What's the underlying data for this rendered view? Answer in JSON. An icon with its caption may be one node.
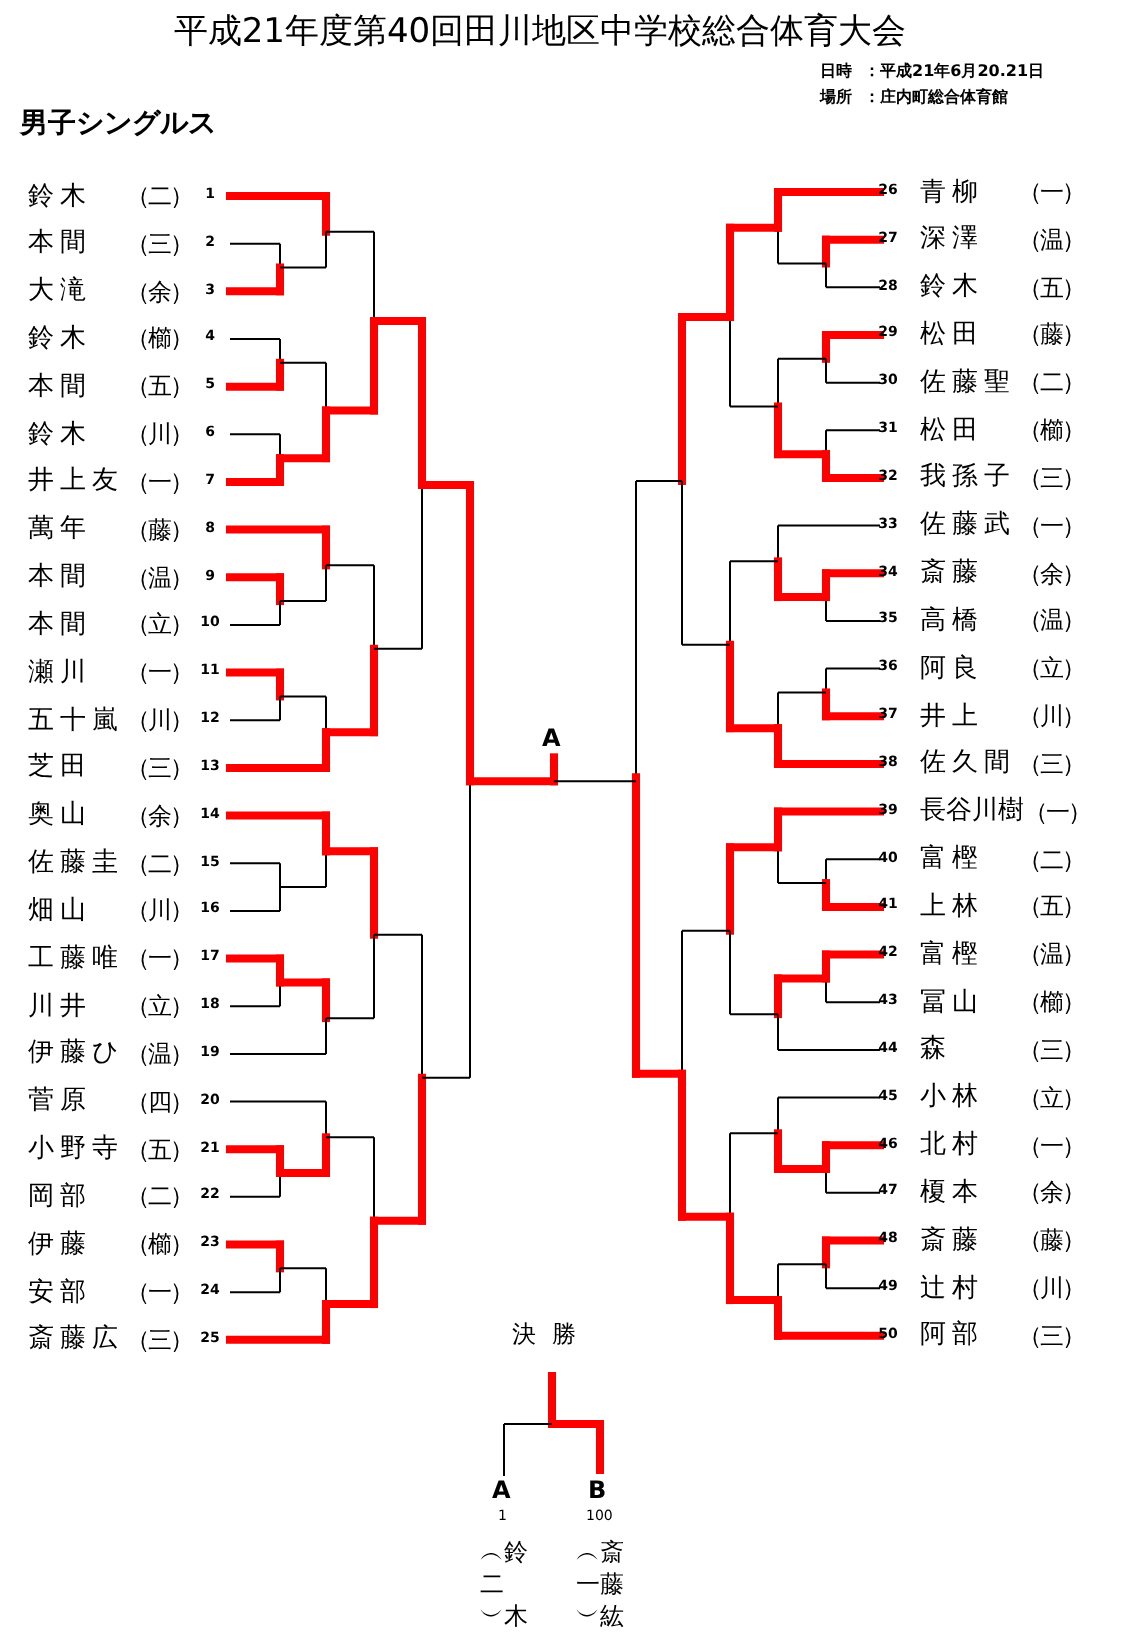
{
  "diagram": {
    "title": "平成21年度第40回田川地区中学校総合体育大会",
    "nodes": [
      {
        "text": [
          "鈴木",
          "（二）"
        ],
        "beside": [
          "1"
        ]
      },
      {
        "text": [
          "本間",
          "（三）"
        ],
        "beside": [
          "2"
        ]
      },
      {
        "text": [
          "大滝",
          "（余）"
        ],
        "beside": [
          "3"
        ]
      },
      {
        "text": [
          "鈴木",
          "（櫛）"
        ],
        "beside": [
          "4"
        ]
      },
      {
        "text": [
          "本間",
          "（五）"
        ],
        "beside": [
          "5"
        ]
      },
      {
        "text": [
          "鈴木",
          "（川）"
        ],
        "beside": [
          "6"
        ]
      },
      {
        "text": [
          "井上友",
          "（一）"
        ],
        "beside": [
          "7"
        ]
      },
      {
        "text": [
          "萬年",
          "（藤）"
        ],
        "beside": [
          "8"
        ]
      },
      {
        "text": [
          "本間",
          "（温）"
        ],
        "beside": [
          "9"
        ]
      },
      {
        "text": [
          "本間",
          "（立）"
        ],
        "beside": [
          "10"
        ]
      },
      {
        "text": [
          "瀬川",
          "（一）"
        ],
        "beside": [
          "11"
        ]
      },
      {
        "text": [
          "五十嵐",
          "（川）"
        ],
        "beside": [
          "12"
        ]
      },
      {
        "text": [
          "芝田",
          "（三）"
        ],
        "beside": [
          "13"
        ]
      },
      {
        "text": [
          "奥山",
          "（余）"
        ],
        "beside": [
          "14"
        ]
      },
      {
        "text": [
          "佐藤圭",
          "（二）"
        ],
        "beside": [
          "15"
        ]
      },
      {
        "text": [
          "畑山",
          "（川）"
        ],
        "beside": [
          "16"
        ]
      },
      {
        "text": [
          "工藤唯",
          "（一）"
        ],
        "beside": [
          "17"
        ]
      },
      {
        "text": [
          "川井",
          "（立）"
        ],
        "beside": [
          "18"
        ]
      },
      {
        "text": [
          "伊藤ひ",
          "（温）"
        ],
        "beside": [
          "19"
        ]
      },
      {
        "text": [
          "菅原",
          "（四）"
        ],
        "beside": [
          "20"
        ]
      },
      {
        "text": [
          "小野寺",
          "（五）"
        ],
        "beside": [
          "21"
        ]
      },
      {
        "text": [
          "岡部",
          "（二）"
        ],
        "beside": [
          "22"
        ]
      },
      {
        "text": [
          "伊藤",
          "（櫛）"
        ],
        "beside": [
          "23"
        ]
      },
      {
        "text": [
          "安部",
          "（一）"
        ],
        "beside": [
          "24"
        ]
      },
      {
        "text": [
          "斎藤広",
          "（三）"
        ],
        "beside": [
          "25"
        ]
      },
      {
        "text": [
          "青柳",
          "（一）"
        ],
        "beside": [
          "26"
        ]
      },
      {
        "text": [
          "深澤",
          "（温）"
        ],
        "beside": [
          "27"
        ]
      },
      {
        "text": [
          "鈴木",
          "（五）"
        ],
        "beside": [
          "28"
        ]
      },
      {
        "text": [
          "松田",
          "（藤）"
        ],
        "beside": [
          "29"
        ]
      },
      {
        "text": [
          "佐藤聖",
          "（二）"
        ],
        "beside": [
          "30"
        ]
      },
      {
        "text": [
          "松田",
          "（櫛）"
        ],
        "beside": [
          "31"
        ]
      },
      {
        "text": [
          "我孫子",
          "（三）"
        ],
        "beside": [
          "32"
        ]
      },
      {
        "text": [
          "佐藤武",
          "（一）"
        ],
        "beside": [
          "33"
        ]
      },
      {
        "text": [
          "斎藤",
          "（余）"
        ],
        "beside": [
          "34"
        ]
      },
      {
        "text": [
          "高橋",
          "（温）"
        ],
        "beside": [
          "35"
        ]
      },
      {
        "text": [
          "阿良",
          "（立）"
        ],
        "beside": [
          "36"
        ]
      },
      {
        "text": [
          "井上",
          "（川）"
        ],
        "beside": [
          "37"
        ]
      },
      {
        "text": [
          "佐久間",
          "（三）"
        ],
        "beside": [
          "38"
        ]
      },
      {
        "text": [
          "長谷川樹",
          "（一）"
        ],
        "beside": [
          "39"
        ]
      },
      {
        "text": [
          "富樫",
          "（二）"
        ],
        "beside": [
          "40"
        ]
      },
      {
        "text": [
          "上林",
          "（五）"
        ],
        "beside": [
          "41"
        ]
      },
      {
        "text": [
          "富樫",
          "（温）"
        ],
        "beside": [
          "42"
        ]
      },
      {
        "text": [
          "冨山",
          "（櫛）"
        ],
        "beside": [
          "43"
        ]
      },
      {
        "text": [
          "森",
          "（三）"
        ],
        "beside": [
          "44"
        ]
      },
      {
        "text": [
          "小林",
          "（立）"
        ],
        "beside": [
          "45"
        ]
      },
      {
        "text": [
          "北村",
          "（一）"
        ],
        "beside": [
          "46"
        ]
      },
      {
        "text": [
          "榎本",
          "（余）"
        ],
        "beside": [
          "47"
        ]
      },
      {
        "text": [
          "斎藤",
          "（藤）"
        ],
        "beside": [
          "48"
        ]
      },
      {
        "text": [
          "辻村",
          "（川）"
        ],
        "beside": [
          "49"
        ]
      },
      {
        "text": [
          "阿部",
          "（三）"
        ],
        "beside": [
          "50"
        ]
      }
    ],
    "labels": [
      "日時",
      "：平成21年6月20.21日",
      "場所",
      "：庄内町総合体育館",
      "男子シングルス",
      "A",
      "決勝",
      "A",
      "B",
      "1",
      "100",
      "︵鈴",
      "二",
      "︶木",
      "︵斎",
      "一藤",
      "︶紘"
    ]
  }
}
